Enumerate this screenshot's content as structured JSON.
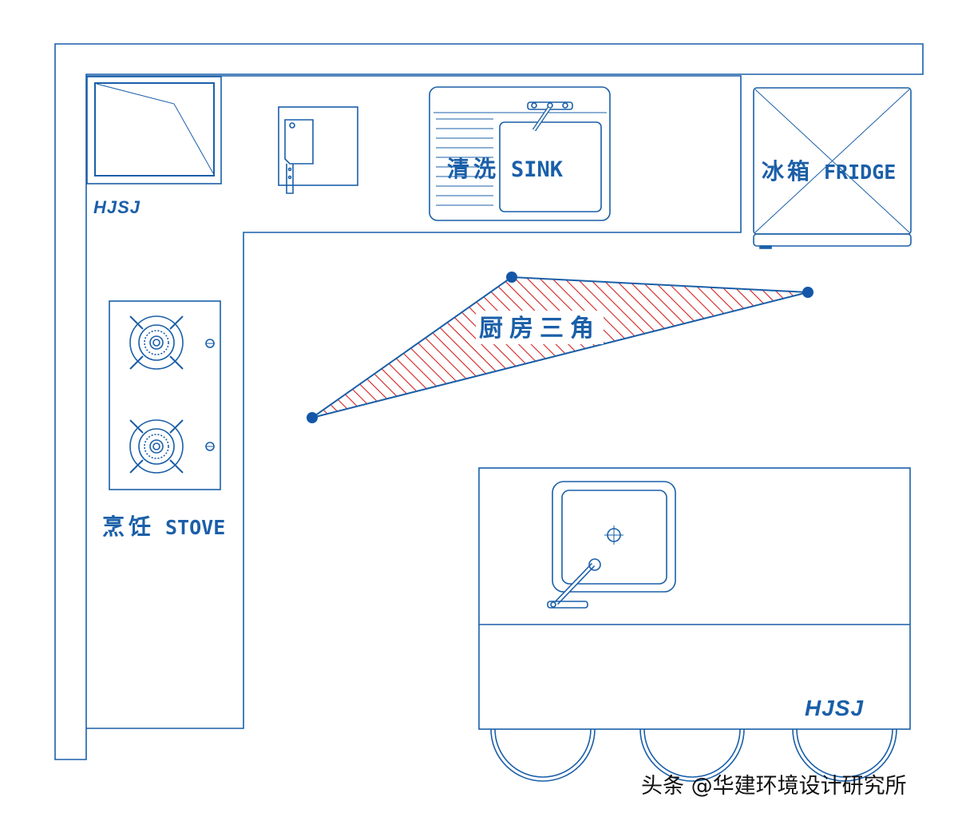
{
  "labels": {
    "sink_cn": "清洗",
    "sink_en": "SINK",
    "fridge_cn": "冰箱",
    "fridge_en": "FRIDGE",
    "stove_cn": "烹饪",
    "stove_en": "STOVE",
    "triangle": "厨房三角"
  },
  "logo_text": "HJSJ",
  "watermark": "头条 @华建环境设计研究所",
  "colors": {
    "line": "#1a5fa8",
    "hatch": "#d42020",
    "dot": "#1457a8"
  },
  "icons": [
    "cleaver-icon",
    "sink-icon",
    "fridge-icon",
    "burner-icon",
    "faucet-icon"
  ]
}
